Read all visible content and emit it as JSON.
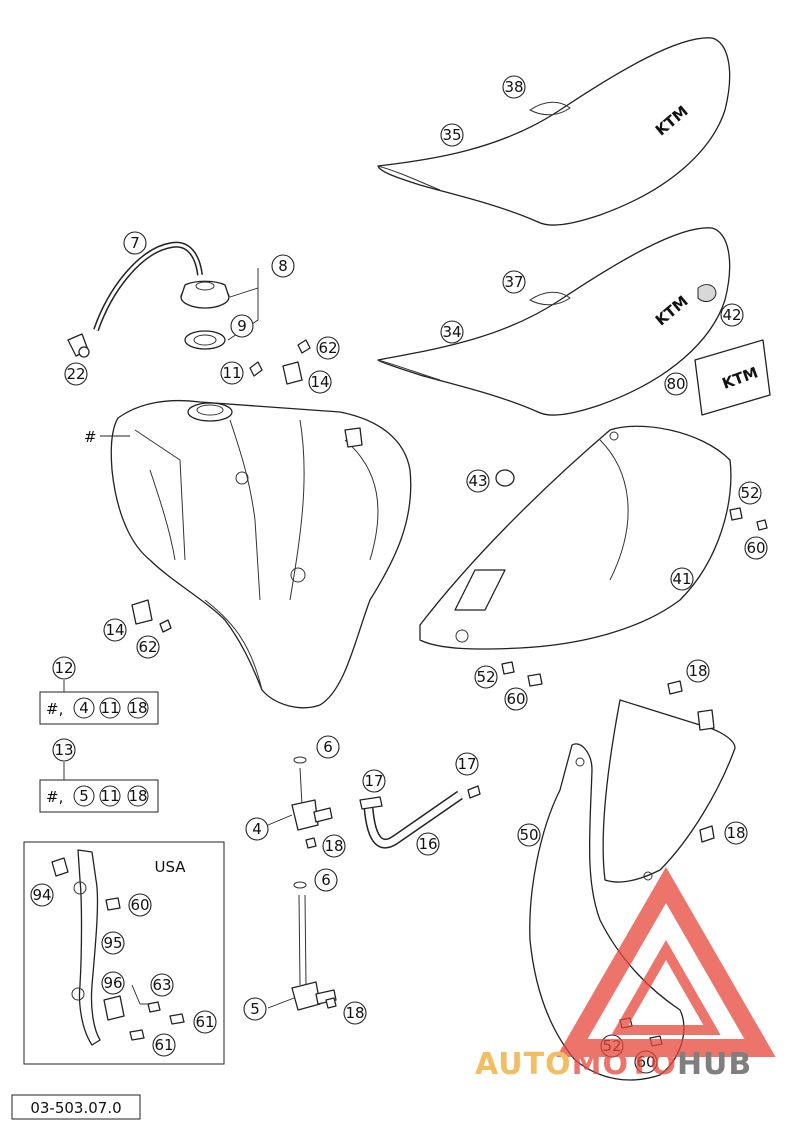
{
  "callouts": {
    "c38": "38",
    "c35": "35",
    "c37": "37",
    "c34": "34",
    "c42": "42",
    "c80": "80",
    "c7": "7",
    "c8": "8",
    "c9": "9",
    "c62a": "62",
    "c22": "22",
    "c11": "11",
    "c14a": "14",
    "c43": "43",
    "c52a": "52",
    "c60a": "60",
    "c41": "41",
    "c14b": "14",
    "c62b": "62",
    "c12": "12",
    "c13": "13",
    "c52b": "52",
    "c60b": "60",
    "c18a": "18",
    "c6a": "6",
    "c17a": "17",
    "c17b": "17",
    "c4": "4",
    "c18b": "18",
    "c16": "16",
    "c50": "50",
    "c18c": "18",
    "c94": "94",
    "c60c": "60",
    "c95": "95",
    "c96": "96",
    "c63": "63",
    "c61a": "61",
    "c61b": "61",
    "c6b": "6",
    "c5": "5",
    "c18d": "18",
    "c52c": "52",
    "c60d": "60"
  },
  "hash_label": "#",
  "kit12": {
    "prefix": "#,",
    "items": [
      "4",
      "11",
      "18"
    ]
  },
  "kit13": {
    "prefix": "#,",
    "items": [
      "5",
      "11",
      "18"
    ]
  },
  "usa_label": "USA",
  "brand_logo": "KTM",
  "drawing_number": "03-503.07.0",
  "watermark": {
    "part1": "AUTO",
    "part2": "MOTO",
    "part3": "HUB",
    "color1": "#f0a92e",
    "color2": "#e8463a",
    "color3": "#555555"
  }
}
